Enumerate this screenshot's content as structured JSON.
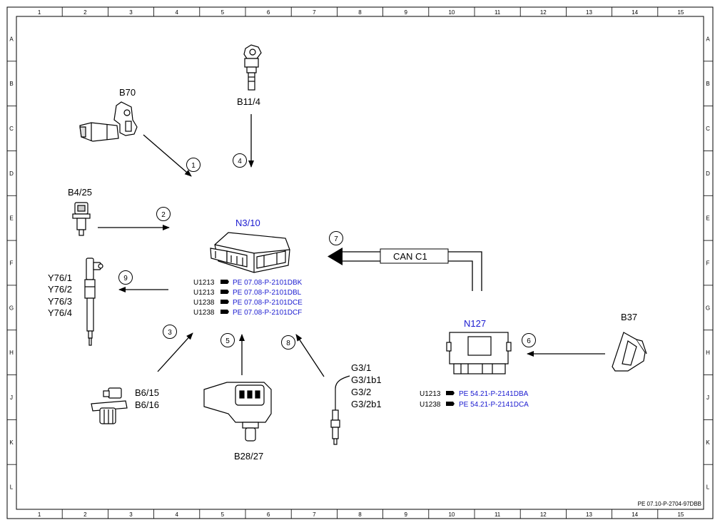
{
  "grid": {
    "columns": [
      "1",
      "2",
      "3",
      "4",
      "5",
      "6",
      "7",
      "8",
      "9",
      "10",
      "11",
      "12",
      "13",
      "14",
      "15"
    ],
    "rows": [
      "A",
      "B",
      "C",
      "D",
      "E",
      "F",
      "G",
      "H",
      "J",
      "K",
      "L"
    ]
  },
  "document_id": "PE 07.10-P-2704-97DBB",
  "labels": {
    "b70": "B70",
    "b11_4": "B11/4",
    "b4_25": "B4/25",
    "n3_10": "N3/10",
    "can": "CAN C1",
    "y76": [
      "Y76/1",
      "Y76/2",
      "Y76/3",
      "Y76/4"
    ],
    "b6": [
      "B6/15",
      "B6/16"
    ],
    "b28_27": "B28/27",
    "g3": [
      "G3/1",
      "G3/1b1",
      "G3/2",
      "G3/2b1"
    ],
    "n127": "N127",
    "b37": "B37"
  },
  "callouts": [
    "1",
    "2",
    "3",
    "4",
    "5",
    "6",
    "7",
    "8",
    "9"
  ],
  "n3_10_refs": [
    {
      "code": "U1213",
      "ref": "PE 07.08-P-2101DBK"
    },
    {
      "code": "U1213",
      "ref": "PE 07.08-P-2101DBL"
    },
    {
      "code": "U1238",
      "ref": "PE 07.08-P-2101DCE"
    },
    {
      "code": "U1238",
      "ref": "PE 07.08-P-2101DCF"
    }
  ],
  "n127_refs": [
    {
      "code": "U1213",
      "ref": "PE 54.21-P-2141DBA"
    },
    {
      "code": "U1238",
      "ref": "PE 54.21-P-2141DCA"
    }
  ],
  "colors": {
    "link": "#1a1ad0",
    "ink": "#000000"
  }
}
